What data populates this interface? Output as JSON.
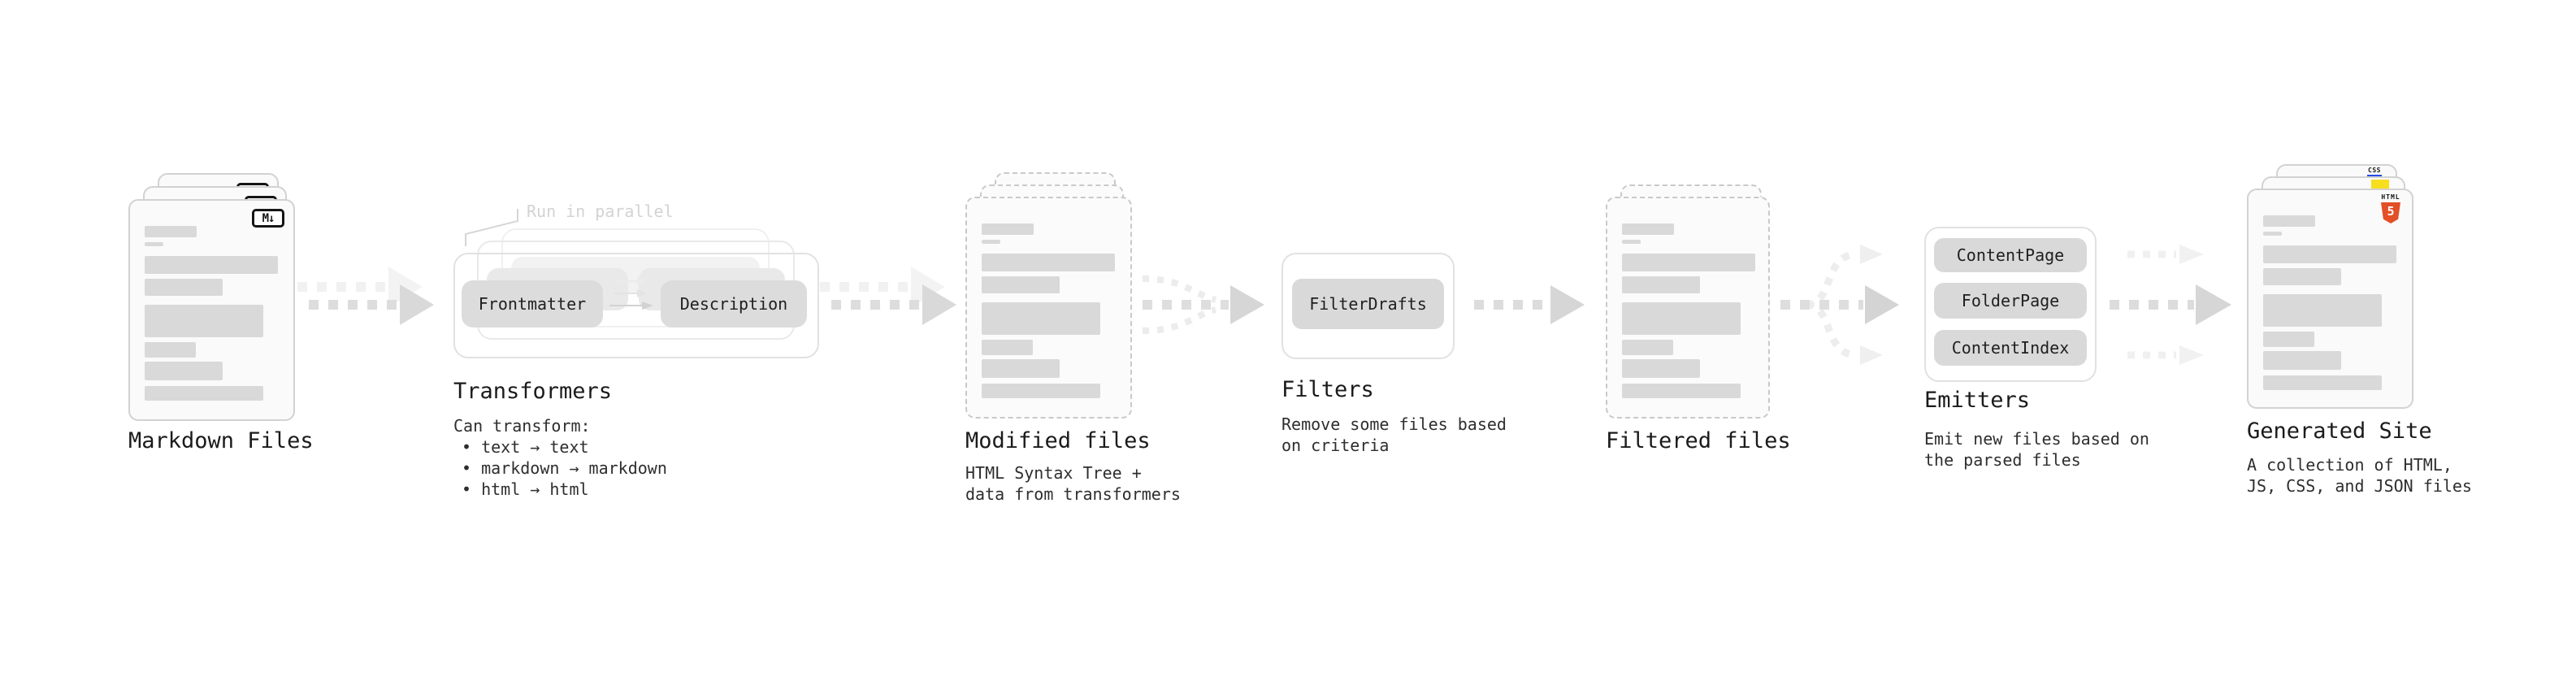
{
  "colors": {
    "html5_orange": "#e34f26",
    "js_yellow": "#f7df1e",
    "css_blue": "#264de4",
    "skeleton_gray": "#d9d9d9"
  },
  "skeleton_bars": [
    [
      18,
      31,
      64,
      14
    ],
    [
      18,
      51,
      23,
      5
    ],
    [
      18,
      68,
      164,
      22
    ],
    [
      18,
      96,
      96,
      21
    ],
    [
      18,
      128,
      146,
      40
    ],
    [
      18,
      174,
      63,
      19
    ],
    [
      18,
      198,
      96,
      23
    ],
    [
      18,
      228,
      146,
      18
    ]
  ],
  "stages": {
    "markdown": {
      "title": "Markdown Files",
      "badge": "M↓"
    },
    "transformers": {
      "note": "Run in parallel",
      "pill_left": "Frontmatter",
      "pill_right": "Description",
      "title": "Transformers",
      "desc_heading": "Can transform:",
      "bullets": [
        "• text → text",
        "• markdown → markdown",
        "• html → html"
      ]
    },
    "modified": {
      "title": "Modified files",
      "subtitle": [
        "HTML Syntax Tree +",
        "data from transformers"
      ]
    },
    "filters": {
      "pill": "FilterDrafts",
      "title": "Filters",
      "subtitle": [
        "Remove some files based",
        "on criteria"
      ]
    },
    "filtered": {
      "title": "Filtered files"
    },
    "emitters": {
      "pills": [
        "ContentPage",
        "FolderPage",
        "ContentIndex"
      ],
      "title": "Emitters",
      "subtitle": [
        "Emit new files based on",
        "the parsed files"
      ]
    },
    "generated": {
      "title": "Generated Site",
      "subtitle": [
        "A collection of HTML,",
        "JS, CSS, and JSON files"
      ],
      "badges": {
        "html_label": "HTML",
        "html_number": "5",
        "css_label": "CSS"
      }
    }
  }
}
